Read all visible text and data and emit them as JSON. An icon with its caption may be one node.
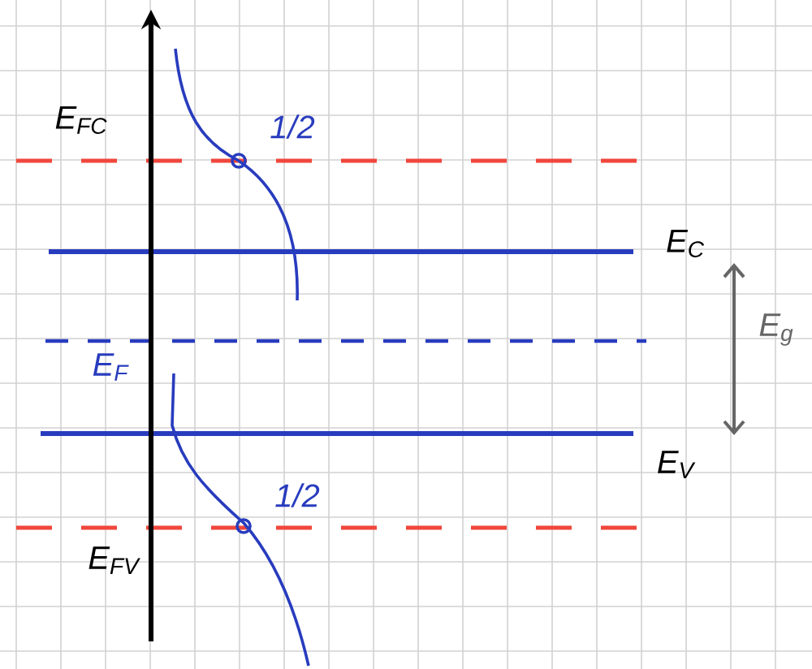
{
  "diagram": {
    "labels": [
      "E$_{FC}$",
      "1/2",
      "E$_{C}$",
      "E$_{g}$",
      "E$_{F}$",
      "E$_{V}$",
      "1/2",
      "E$_{FV}$"
    ]
  }
}
